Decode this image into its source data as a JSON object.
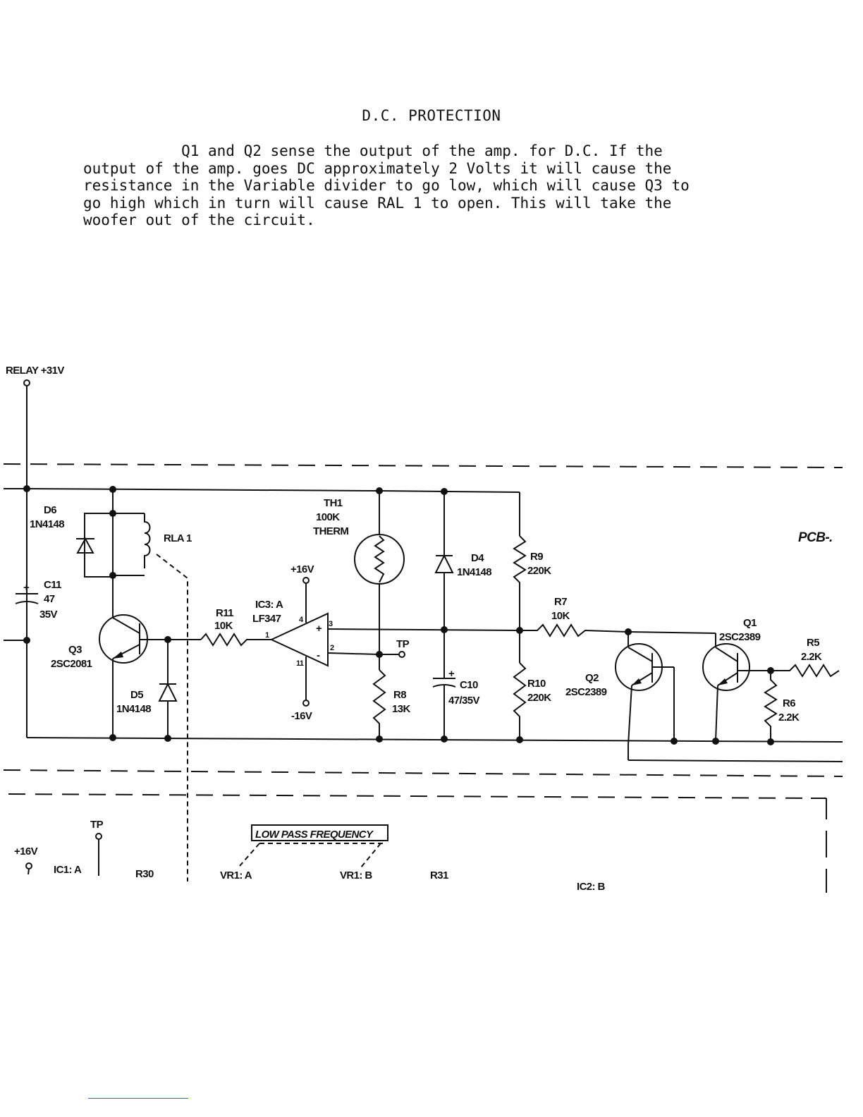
{
  "document": {
    "title": "D.C. PROTECTION",
    "paragraph_lines": [
      "           Q1 and Q2 sense the output of the amp. for D.C. If the",
      "output of the amp. goes DC approximately 2 Volts it will cause the",
      "resistance in the Variable divider to go low, which will cause Q3 to",
      "go high which in turn will cause RAL 1 to open. This will take the",
      "woofer out of the circuit."
    ]
  },
  "schematic": {
    "relay_supply": "RELAY +31V",
    "d6": {
      "ref": "D6",
      "part": "1N4148"
    },
    "rla": "RLA 1",
    "c11": {
      "ref": "C11",
      "value": "47",
      "rating": "35V",
      "plus": "+"
    },
    "q3": {
      "ref": "Q3",
      "part": "2SC2081"
    },
    "d5": {
      "ref": "D5",
      "part": "1N4148"
    },
    "r11": {
      "ref": "R11",
      "value": "10K"
    },
    "ic3": {
      "ref": "IC3: A",
      "part": "LF347",
      "pin_4": "4",
      "pin_1": "1",
      "pin_11": "11",
      "pin_3": "3",
      "pin_2": "2",
      "plus": "+",
      "minus": "-"
    },
    "vpos": "+16V",
    "vneg": "-16V",
    "th1": {
      "ref": "TH1",
      "value": "100K",
      "type": "THERM"
    },
    "tp": "TP",
    "r8": {
      "ref": "R8",
      "value": "13K"
    },
    "d4": {
      "ref": "D4",
      "part": "1N4148"
    },
    "c10": {
      "ref": "C10",
      "value": "47/35V",
      "plus": "+"
    },
    "r9": {
      "ref": "R9",
      "value": "220K"
    },
    "r10": {
      "ref": "R10",
      "value": "220K"
    },
    "r7": {
      "ref": "R7",
      "value": "10K"
    },
    "q2": {
      "ref": "Q2",
      "part": "2SC2389"
    },
    "q1": {
      "ref": "Q1",
      "part": "2SC2389"
    },
    "r5": {
      "ref": "R5",
      "value": "2.2K"
    },
    "r6": {
      "ref": "R6",
      "value": "2.2K"
    },
    "pcb": "PCB-.",
    "lower": {
      "supply": "+16V",
      "tp": "TP",
      "ic1": "IC1: A",
      "r30": "R30",
      "low_pass_label": "LOW PASS FREQUENCY",
      "vr1a": "VR1: A",
      "vr1b": "VR1: B",
      "r31": "R31",
      "ic2": "IC2: B"
    }
  },
  "colors": {
    "ink": "#111111",
    "paper": "#ffffff",
    "footer_rule": "#3b5bd8"
  }
}
